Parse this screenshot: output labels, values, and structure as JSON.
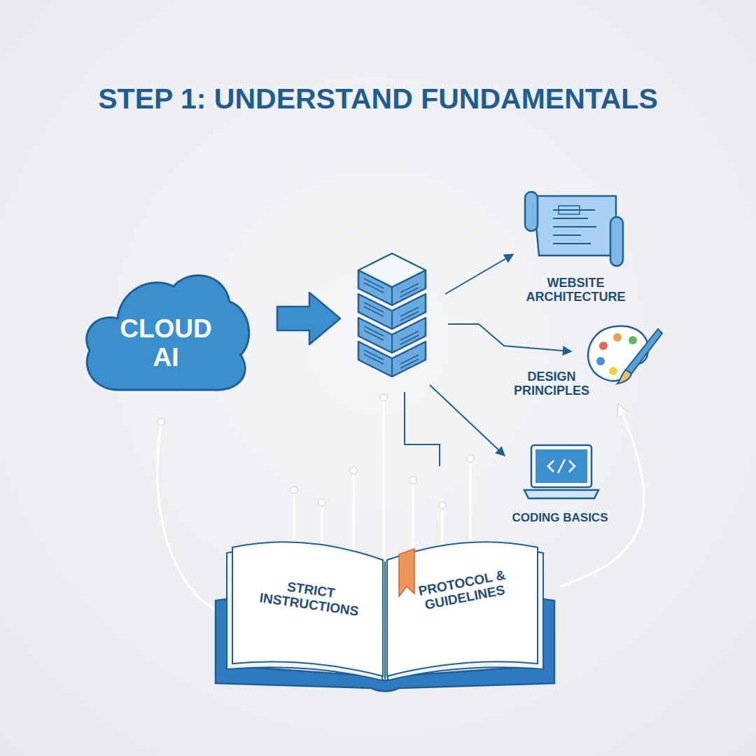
{
  "diagram": {
    "title": "STEP 1: UNDERSTAND FUNDAMENTALS",
    "nodes": [
      {
        "text": [
          "CLOUD AI"
        ]
      },
      {
        "text": [
          "WEBSITE ARCHITECTURE"
        ]
      },
      {
        "text": [
          "DESIGN PRINCIPLES"
        ]
      },
      {
        "text": [
          "CODING BASICS"
        ]
      },
      {
        "text": [
          "STRICT INSTRUCTIONS",
          "PROTOCOL & GUIDELINES"
        ]
      }
    ],
    "edges": [
      {
        "from": 4,
        "to": 2,
        "arrow": "to"
      }
    ]
  }
}
